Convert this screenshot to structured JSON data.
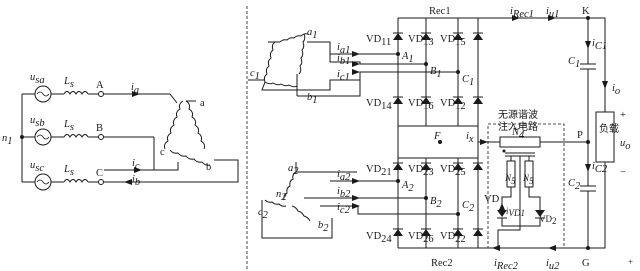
{
  "source": {
    "phases": [
      {
        "source": "u",
        "source_sub": "sa",
        "node": "A",
        "current": "i",
        "current_sub": "a"
      },
      {
        "source": "u",
        "source_sub": "sb",
        "node": "B",
        "current": "i",
        "current_sub": "b"
      },
      {
        "source": "u",
        "source_sub": "sc",
        "node": "C",
        "current": "i",
        "current_sub": "c"
      }
    ],
    "inductor": "L",
    "inductor_sub": "s",
    "neutral": "n",
    "neutral_sub": "1",
    "delta_nodes": [
      "a",
      "b",
      "c"
    ]
  },
  "transformer1": {
    "nodes": [
      {
        "t": "a",
        "s": "1"
      },
      {
        "t": "b",
        "s": "1"
      },
      {
        "t": "c",
        "s": "1"
      }
    ],
    "currents": [
      {
        "t": "i",
        "s": "a1"
      },
      {
        "t": "i",
        "s": "b1"
      },
      {
        "t": "i",
        "s": "c1"
      }
    ]
  },
  "transformer2": {
    "nodes": [
      {
        "t": "a",
        "s": "2"
      },
      {
        "t": "b",
        "s": "2"
      },
      {
        "t": "c",
        "s": "2"
      },
      {
        "t": "n",
        "s": "2"
      }
    ],
    "currents": [
      {
        "t": "i",
        "s": "a2"
      },
      {
        "t": "i",
        "s": "b2"
      },
      {
        "t": "i",
        "s": "c2"
      }
    ]
  },
  "rectifier1": {
    "label": "Rec1",
    "top_diodes": [
      {
        "t": "VD",
        "s": "11"
      },
      {
        "t": "VD",
        "s": "13"
      },
      {
        "t": "VD",
        "s": "15"
      }
    ],
    "bottom_diodes": [
      {
        "t": "VD",
        "s": "14"
      },
      {
        "t": "VD",
        "s": "16"
      },
      {
        "t": "VD",
        "s": "12"
      }
    ],
    "nodes": [
      {
        "t": "A",
        "s": "1"
      },
      {
        "t": "B",
        "s": "1"
      },
      {
        "t": "C",
        "s": "1"
      }
    ],
    "current": {
      "t": "i",
      "s": "Rec1"
    }
  },
  "rectifier2": {
    "label": "Rec2",
    "top_diodes": [
      {
        "t": "VD",
        "s": "21"
      },
      {
        "t": "VD",
        "s": "23"
      },
      {
        "t": "VD",
        "s": "25"
      }
    ],
    "bottom_diodes": [
      {
        "t": "VD",
        "s": "24"
      },
      {
        "t": "VD",
        "s": "26"
      },
      {
        "t": "VD",
        "s": "22"
      }
    ],
    "nodes": [
      {
        "t": "A",
        "s": "2"
      },
      {
        "t": "B",
        "s": "2"
      },
      {
        "t": "C",
        "s": "2"
      }
    ],
    "current": {
      "t": "i",
      "s": "Rec2"
    }
  },
  "dc_link": {
    "node_top": "K",
    "node_bottom": "G",
    "node_mid": "P",
    "node_f": "F",
    "current_u1": {
      "t": "i",
      "s": "u1"
    },
    "current_u2": {
      "t": "i",
      "s": "u2"
    },
    "current_x": {
      "t": "i",
      "s": "x"
    },
    "current_o": {
      "t": "i",
      "s": "o"
    },
    "cap1": {
      "t": "C",
      "s": "1"
    },
    "cap2": {
      "t": "C",
      "s": "2"
    },
    "cap1_current": {
      "t": "i",
      "s": "C1"
    },
    "cap2_current": {
      "t": "i",
      "s": "C2"
    },
    "load_label": "负载",
    "output_voltage": {
      "t": "u",
      "s": "o"
    },
    "plus": "+",
    "minus": "−",
    "minus_right": "+"
  },
  "injection": {
    "title_line1": "无源谐波",
    "title_line2": "注入电路",
    "n4": {
      "t": "N",
      "s": "4"
    },
    "n5_left": {
      "t": "N",
      "s": "5"
    },
    "n5_right": {
      "t": "N",
      "s": "5"
    },
    "vd_left": "VD",
    "vd_right": {
      "t": "VD",
      "s": "2"
    },
    "i_vd1": {
      "t": "i",
      "s": "VD1"
    }
  }
}
